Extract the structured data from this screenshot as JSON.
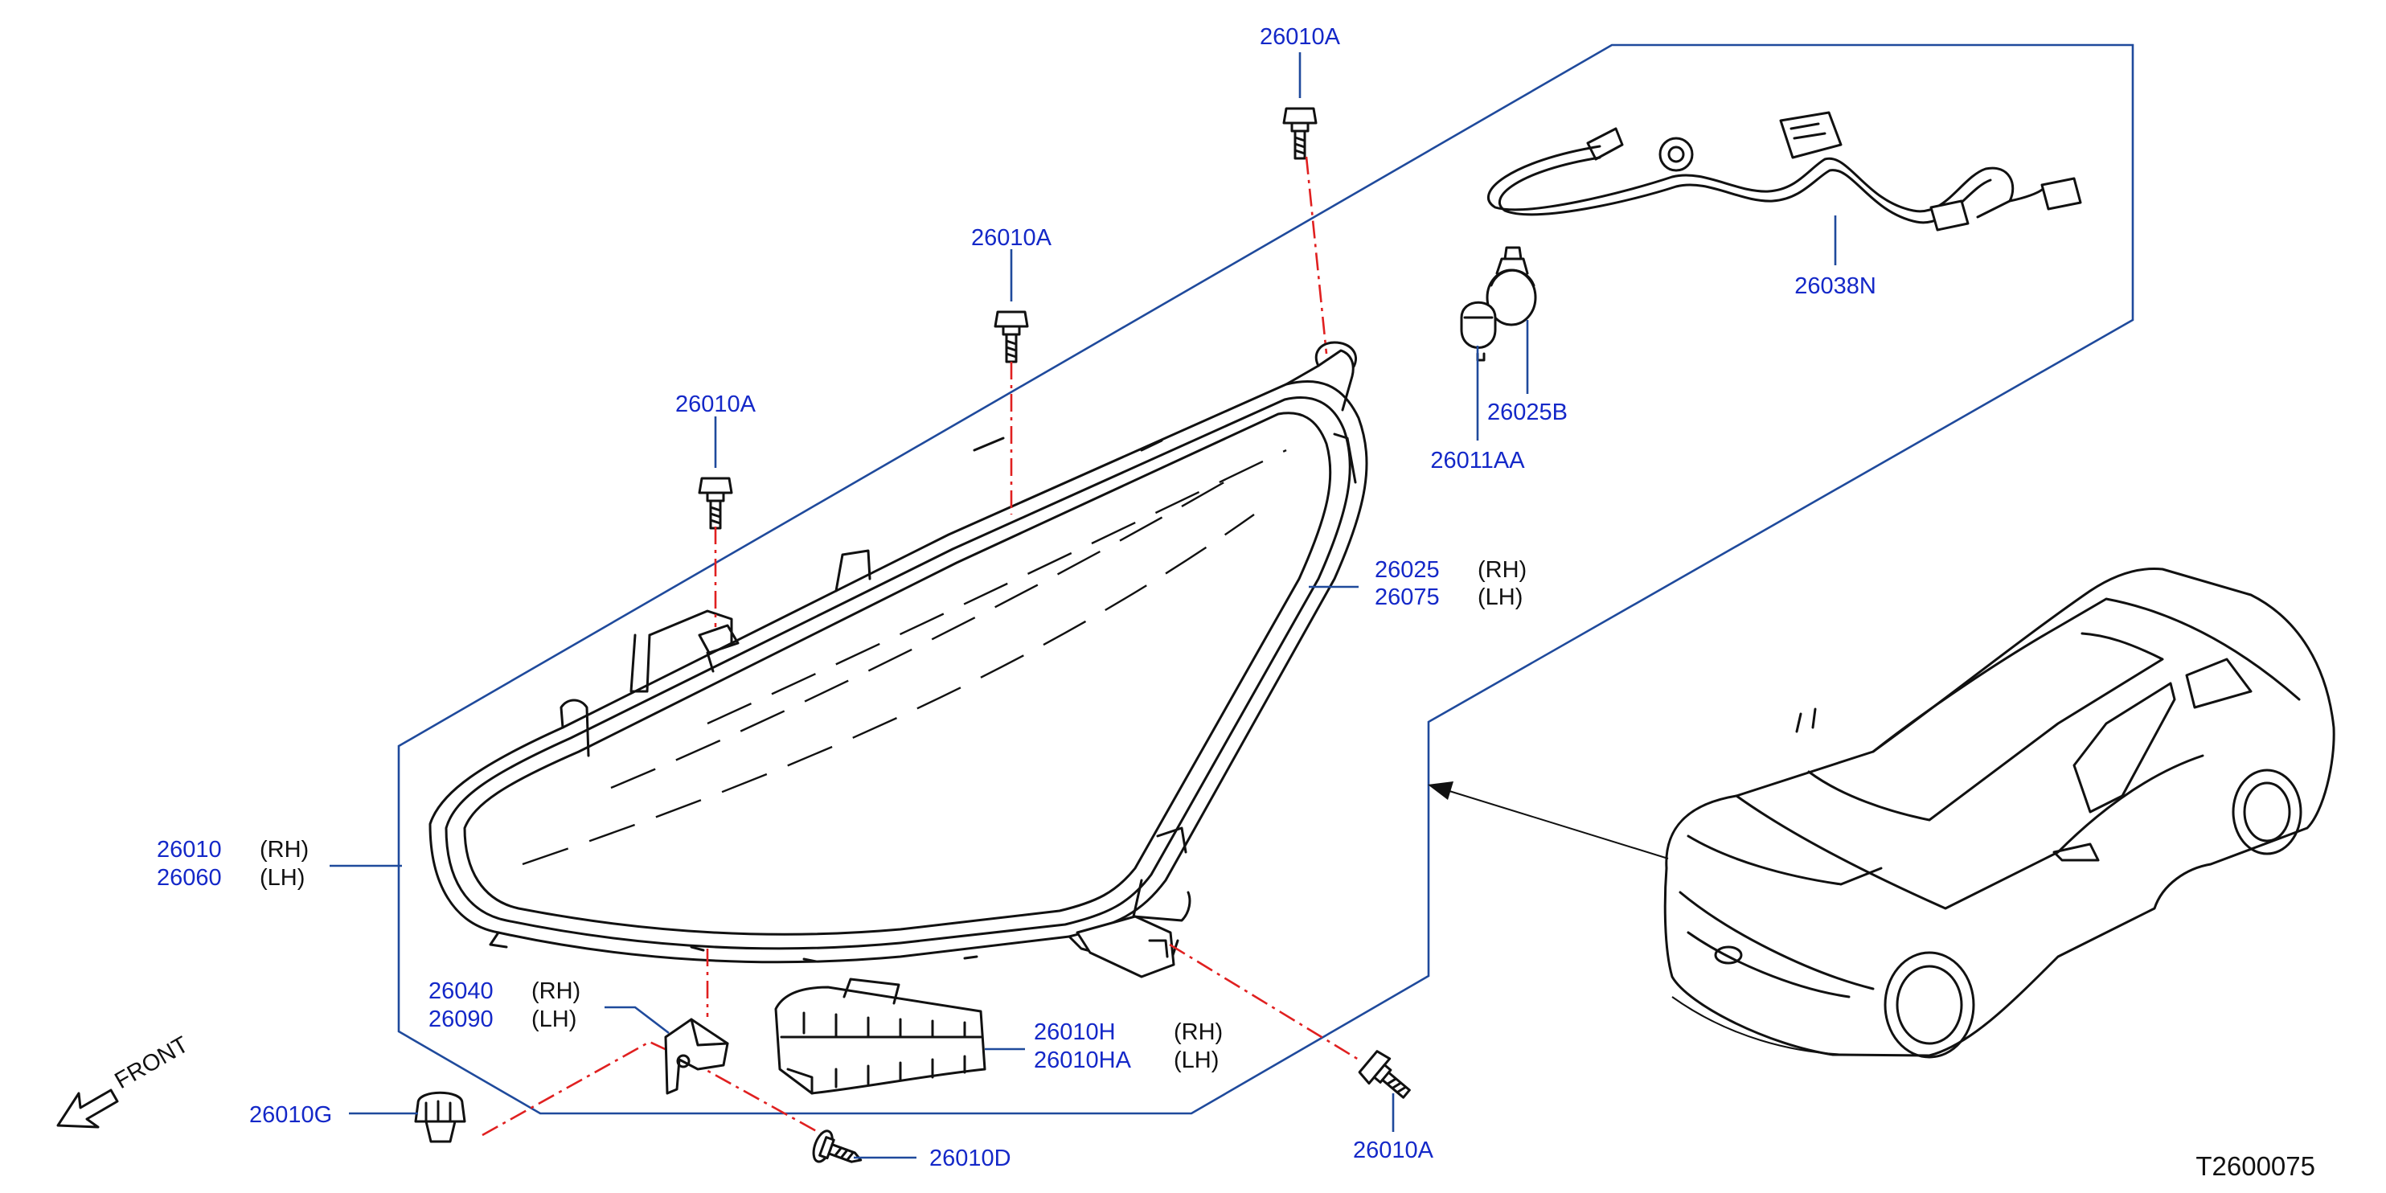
{
  "diagram": {
    "reference_code": "T2600075",
    "front_label": "FRONT",
    "callouts": [
      {
        "id": "bolt-top",
        "part": "26010A"
      },
      {
        "id": "bolt-mid",
        "part": "26010A"
      },
      {
        "id": "bolt-left",
        "part": "26010A"
      },
      {
        "id": "bolt-bottom",
        "part": "26010A"
      },
      {
        "id": "harness",
        "part": "26038N"
      },
      {
        "id": "socket",
        "part": "26025B"
      },
      {
        "id": "bulb",
        "part": "26011AA"
      },
      {
        "id": "housing",
        "part": "26025",
        "side": "(RH)",
        "part2": "26075",
        "side2": "(LH)"
      },
      {
        "id": "assembly",
        "part": "26010",
        "side": "(RH)",
        "part2": "26060",
        "side2": "(LH)"
      },
      {
        "id": "bracket",
        "part": "26040",
        "side": "(RH)",
        "part2": "26090",
        "side2": "(LH)"
      },
      {
        "id": "repair-kit",
        "part": "26010H",
        "side": "(RH)",
        "part2": "26010HA",
        "side2": "(LH)"
      },
      {
        "id": "clip",
        "part": "26010G"
      },
      {
        "id": "screw",
        "part": "26010D"
      }
    ]
  }
}
